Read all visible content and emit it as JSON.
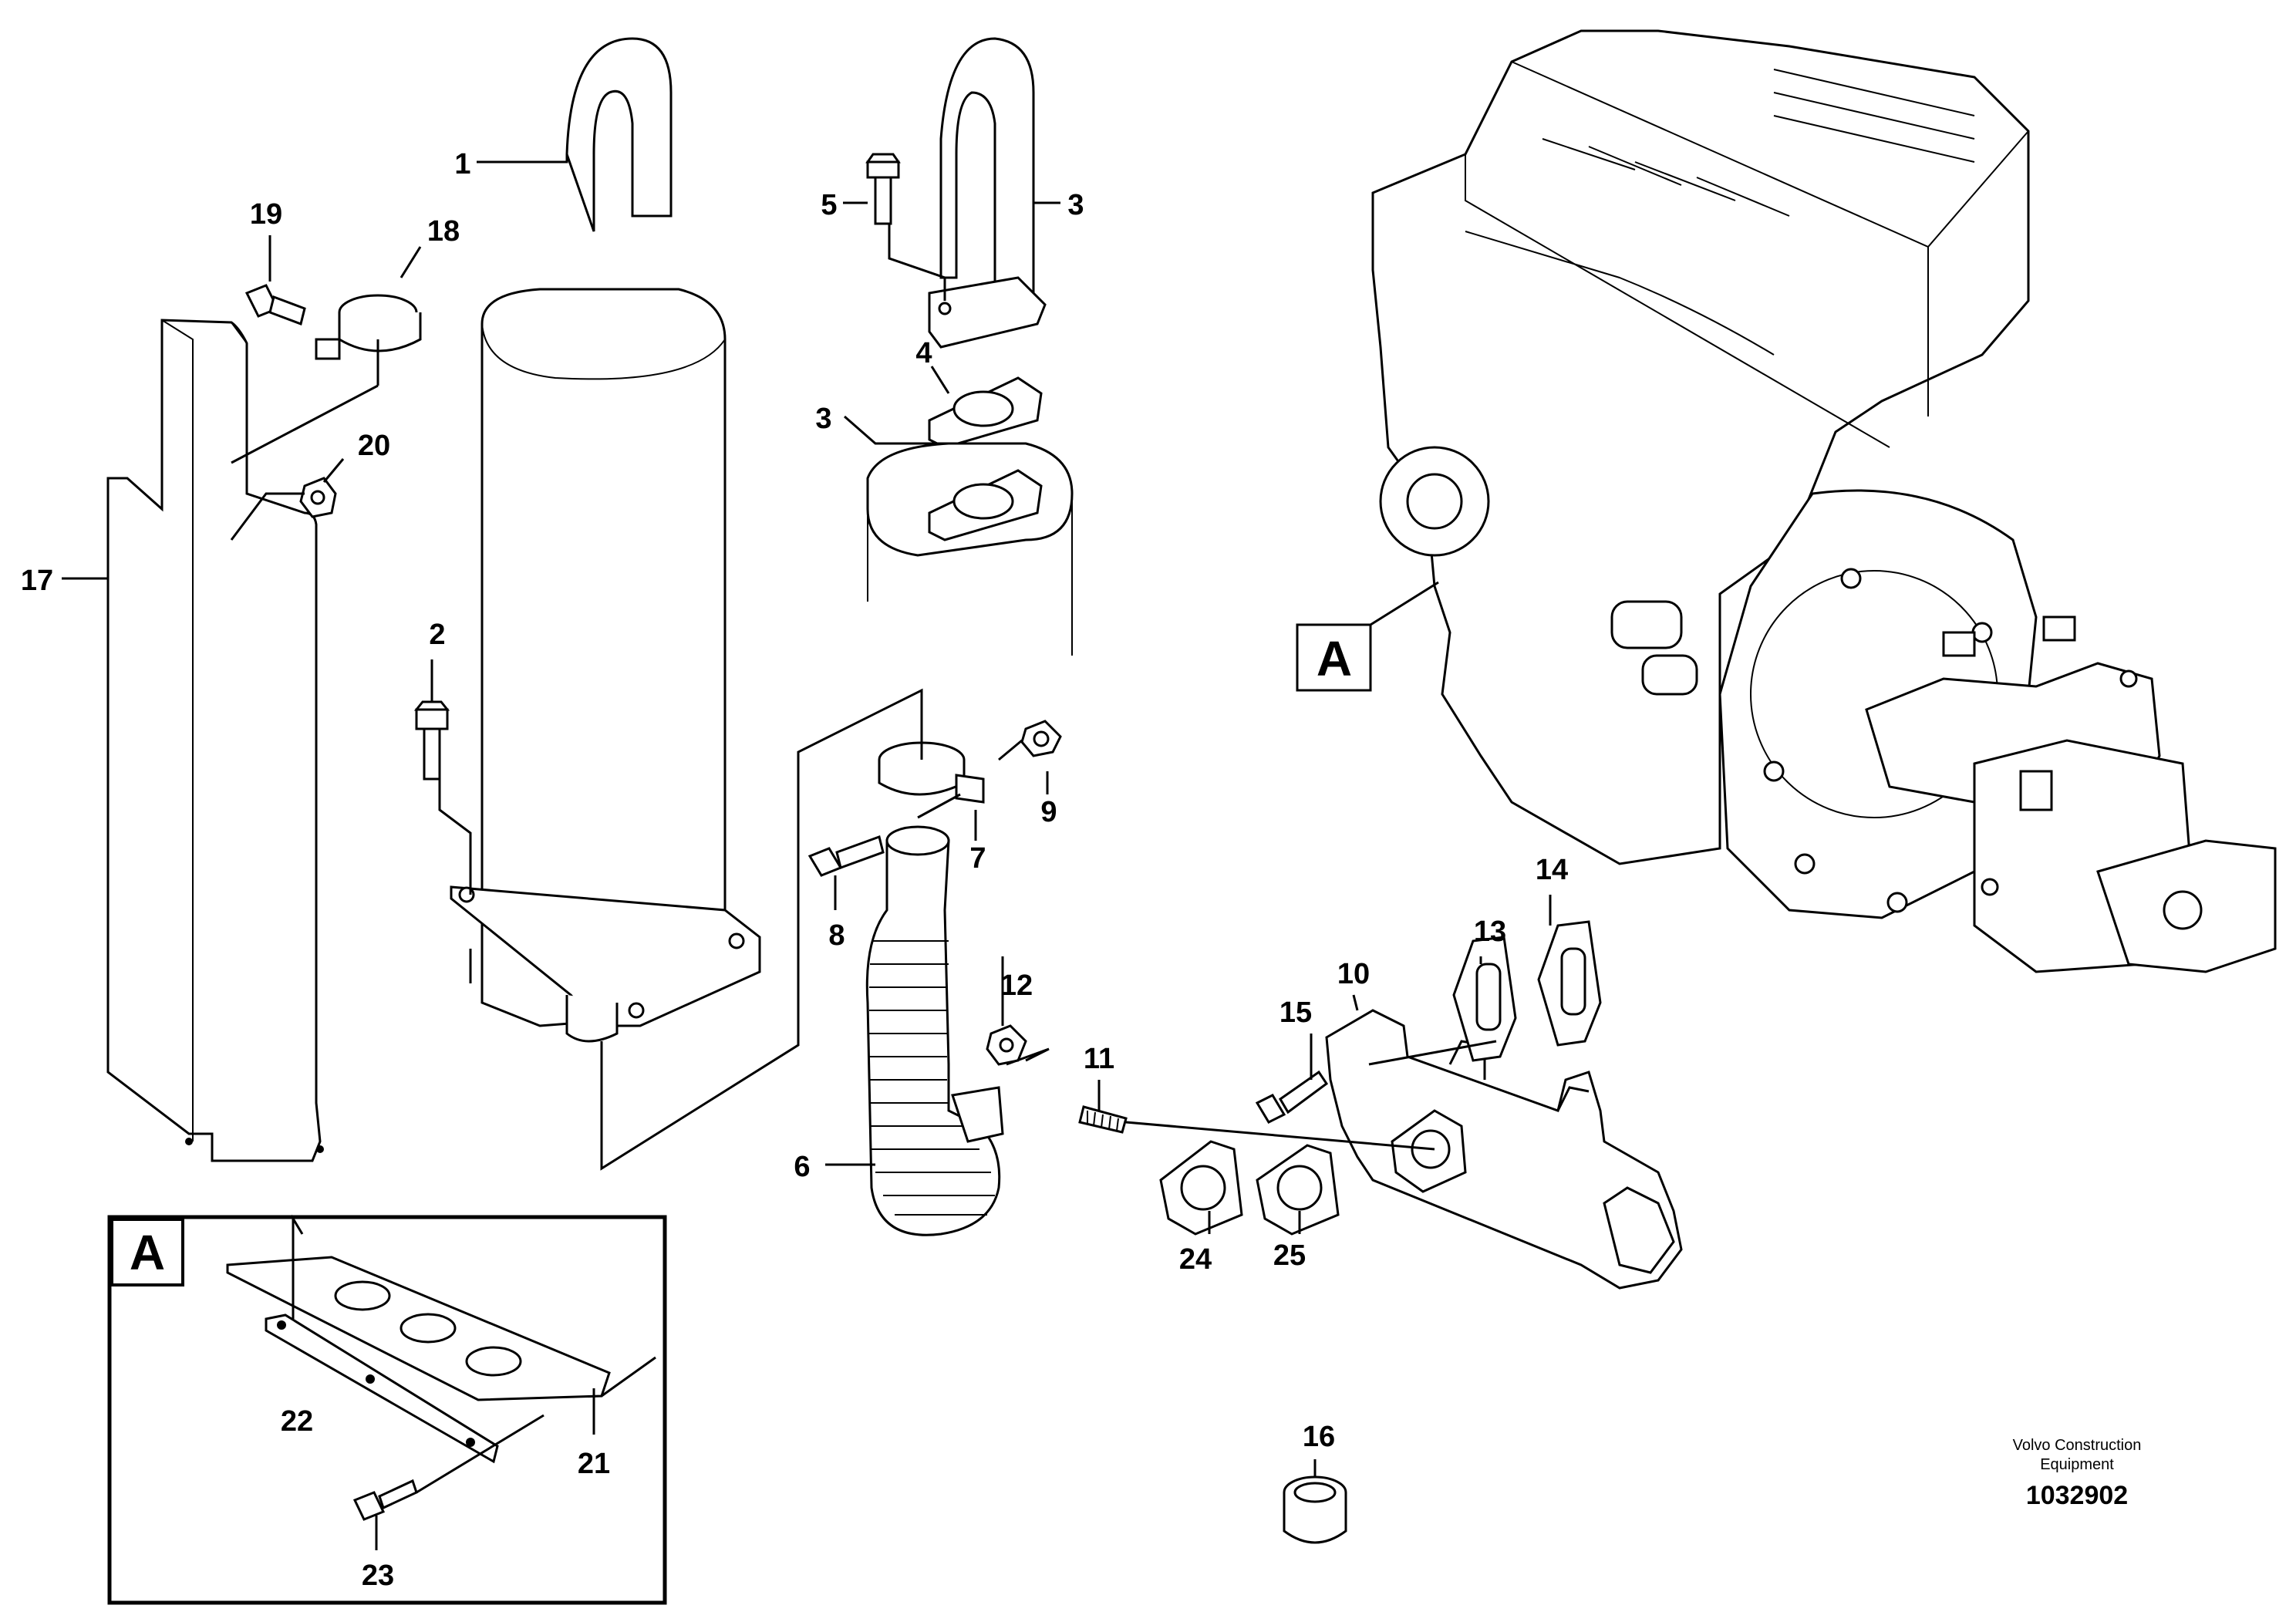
{
  "callouts": {
    "c1": "1",
    "c2": "2",
    "c3a": "3",
    "c3b": "3",
    "c4": "4",
    "c5": "5",
    "c6": "6",
    "c7": "7",
    "c8": "8",
    "c9": "9",
    "c10": "10",
    "c11": "11",
    "c12": "12",
    "c13": "13",
    "c14": "14",
    "c15": "15",
    "c16": "16",
    "c17": "17",
    "c18": "18",
    "c19": "19",
    "c20": "20",
    "c21": "21",
    "c22": "22",
    "c23": "23",
    "c24": "24",
    "c25": "25"
  },
  "view_labels": {
    "main": "A",
    "detail": "A"
  },
  "credit": {
    "line1": "Volvo Construction",
    "line2": "Equipment"
  },
  "document_number": "1032902",
  "colors": {
    "ink": "#000000",
    "paper": "#ffffff"
  }
}
